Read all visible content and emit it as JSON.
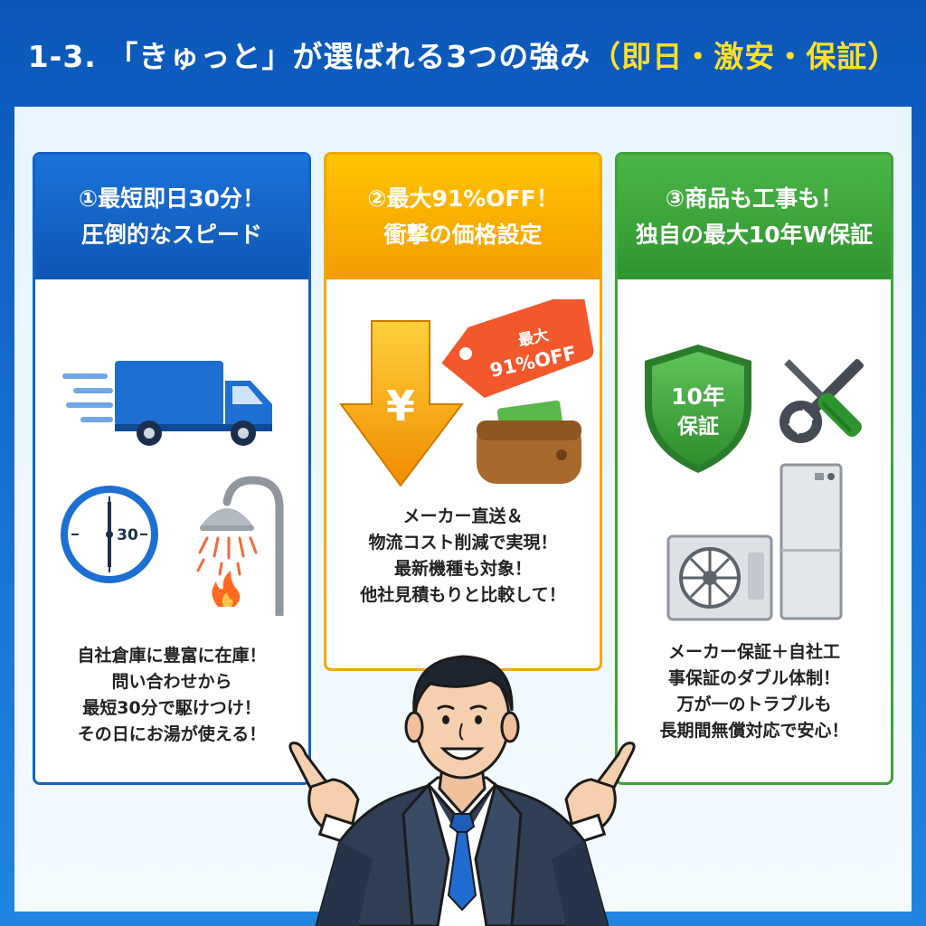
{
  "title": {
    "main": "1-3. 「きゅっと」が選ばれる3つの強み",
    "highlight": "（即日・激安・保証）"
  },
  "cards": [
    {
      "head_line1": "①最短即日30分！",
      "head_line2": "圧倒的なスピード",
      "clock_label": "30",
      "body": [
        "自社倉庫に豊富に在庫！",
        "問い合わせから",
        "最短30分で駆けつけ！",
        "その日にお湯が使える！"
      ]
    },
    {
      "head_line1": "②最大91%OFF！",
      "head_line2": "衝撃の価格設定",
      "arrow_symbol": "¥",
      "tag_line1": "最大",
      "tag_line2": "91%OFF",
      "body": [
        "メーカー直送＆",
        "物流コスト削減で実現！",
        "最新機種も対象！",
        "他社見積もりと比較して！"
      ]
    },
    {
      "head_line1": "③商品も工事も！",
      "head_line2": "独自の最大10年W保証",
      "shield_line1": "10年",
      "shield_line2": "保証",
      "body": [
        "メーカー保証＋自社工",
        "事保証のダブル体制！",
        "万が一のトラブルも",
        "長期間無償対応で安心！"
      ]
    }
  ],
  "colors": {
    "brand_blue": "#1262c4",
    "accent_orange": "#f2a900",
    "accent_green": "#3ea33a",
    "highlight_yellow": "#ffe02a"
  }
}
